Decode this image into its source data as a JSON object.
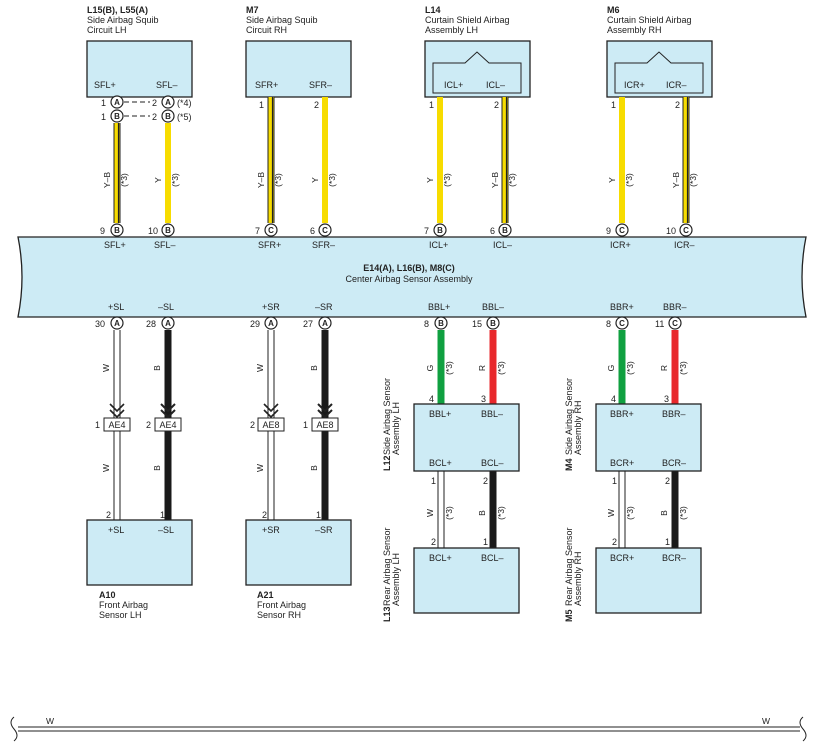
{
  "colors": {
    "fill": "#cdebf5",
    "yellow": "#f7dc00",
    "green": "#10a040",
    "red": "#e8282c",
    "black": "#1a1a1a",
    "white": "#ffffff"
  },
  "components": {
    "l15": {
      "code": "L15(B), L55(A)",
      "line1": "Side Airbag Squib",
      "line2": "Circuit LH"
    },
    "m7": {
      "code": "M7",
      "line1": "Side Airbag Squib",
      "line2": "Circuit RH"
    },
    "l14": {
      "code": "L14",
      "line1": "Curtain Shield Airbag",
      "line2": "Assembly LH"
    },
    "m6": {
      "code": "M6",
      "line1": "Curtain Shield Airbag",
      "line2": "Assembly RH"
    },
    "center": {
      "code": "E14(A), L16(B), M8(C)",
      "line1": "Center Airbag Sensor Assembly"
    },
    "a10": {
      "code": "A10",
      "line1": "Front Airbag",
      "line2": "Sensor LH"
    },
    "a21": {
      "code": "A21",
      "line1": "Front Airbag",
      "line2": "Sensor RH"
    },
    "l12": {
      "code": "L12",
      "line1": "Side Airbag Sensor",
      "line2": "Assembly LH"
    },
    "m4": {
      "code": "M4",
      "line1": "Side Airbag Sensor",
      "line2": "Assembly RH"
    },
    "l13": {
      "code": "L13",
      "line1": "Rear Airbag Sensor",
      "line2": "Assembly LH"
    },
    "m5": {
      "code": "M5",
      "line1": "Rear Airbag Sensor",
      "line2": "Assembly RH"
    }
  },
  "terminals": {
    "sfl_p": "SFL+",
    "sfl_m": "SFL–",
    "sfr_p": "SFR+",
    "sfr_m": "SFR–",
    "icl_p": "ICL+",
    "icl_m": "ICL–",
    "icr_p": "ICR+",
    "icr_m": "ICR–",
    "sl_p": "+SL",
    "sl_m": "–SL",
    "sr_p": "+SR",
    "sr_m": "–SR",
    "bbl_p": "BBL+",
    "bbl_m": "BBL–",
    "bbr_p": "BBR+",
    "bbr_m": "BBR–",
    "bcl_p": "BCL+",
    "bcl_m": "BCL–",
    "bcr_p": "BCR+",
    "bcr_m": "BCR–"
  },
  "pins": {
    "p1": "1",
    "p2": "2",
    "p3": "3",
    "p4": "4",
    "p6": "6",
    "p7": "7",
    "p8": "8",
    "p9": "9",
    "p10": "10",
    "p11": "11",
    "p15": "15",
    "p27": "27",
    "p28": "28",
    "p29": "29",
    "p30": "30"
  },
  "connectors": {
    "a": "A",
    "b": "B",
    "c": "C"
  },
  "wires": {
    "yb": "Y–B",
    "y": "Y",
    "w": "W",
    "b": "B",
    "g": "G",
    "r": "R"
  },
  "notes": {
    "n3": "(*3)",
    "n4": "(*4)",
    "n5": "(*5)"
  },
  "junctions": {
    "ae4": "AE4",
    "ae8": "AE8"
  },
  "bottom_wire": {
    "left_label": "W",
    "right_label": "W"
  }
}
